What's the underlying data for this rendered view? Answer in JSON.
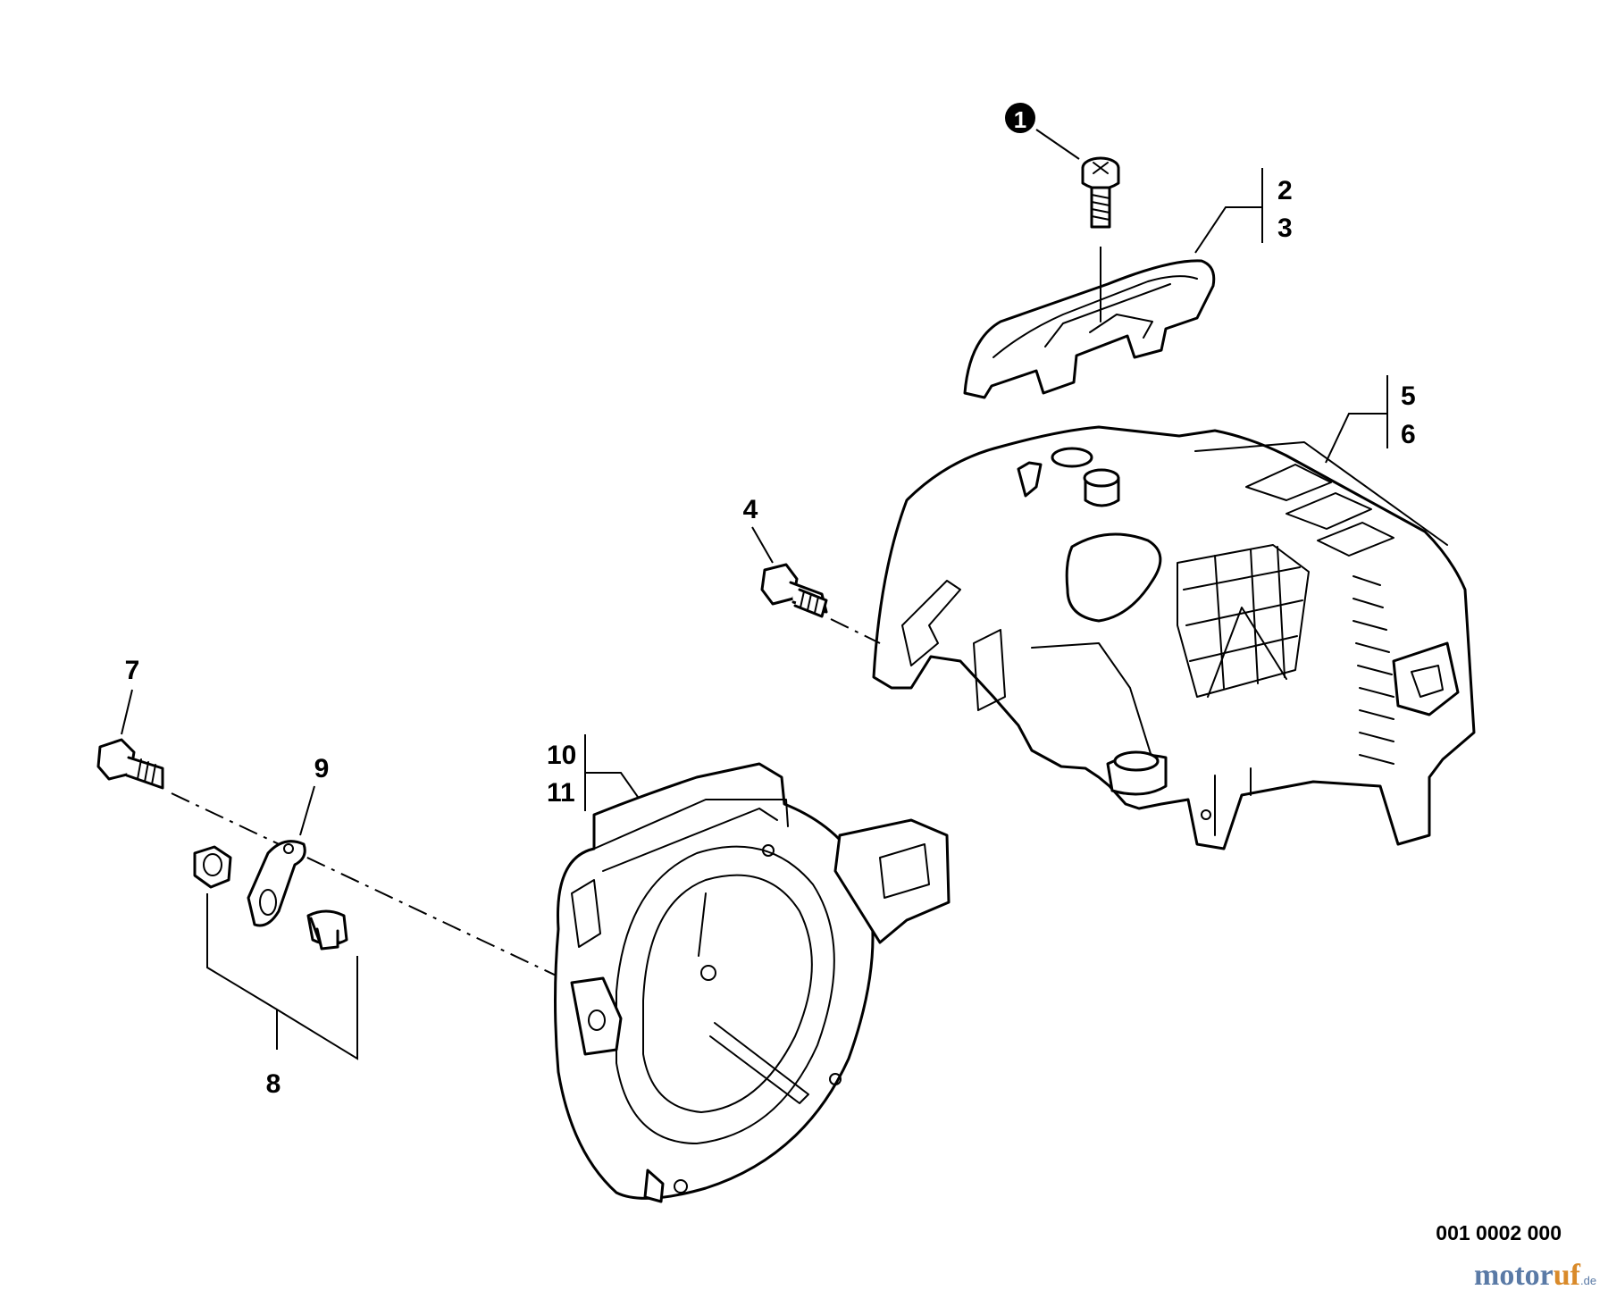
{
  "callouts": {
    "c1": "1",
    "c2": "2",
    "c3": "3",
    "c4": "4",
    "c5": "5",
    "c6": "6",
    "c7": "7",
    "c8": "8",
    "c9": "9",
    "c10": "10",
    "c11": "11"
  },
  "reference_number": "001 0002 000",
  "watermark": {
    "main": "motor",
    "accent": "uf",
    "suffix": ".de"
  }
}
